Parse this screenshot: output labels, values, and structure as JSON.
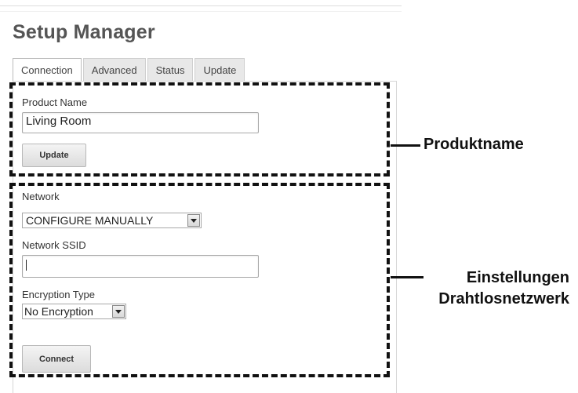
{
  "header": {
    "title": "Setup Manager"
  },
  "tabs": [
    {
      "label": "Connection",
      "active": true
    },
    {
      "label": "Advanced",
      "active": false
    },
    {
      "label": "Status",
      "active": false
    },
    {
      "label": "Update",
      "active": false
    }
  ],
  "product_section": {
    "label": "Product Name",
    "value": "Living Room",
    "button_label": "Update"
  },
  "network_section": {
    "network_label": "Network",
    "network_selected": "CONFIGURE MANUALLY",
    "ssid_label": "Network SSID",
    "ssid_value": "",
    "encryption_label": "Encryption Type",
    "encryption_selected": "No Encryption",
    "button_label": "Connect"
  },
  "annotations": {
    "product_callout": "Produktname",
    "network_callout_line1": "Einstellungen",
    "network_callout_line2": "Drahtlosnetzwerk"
  },
  "icons": {
    "select_arrow": "chevron-down-icon"
  }
}
